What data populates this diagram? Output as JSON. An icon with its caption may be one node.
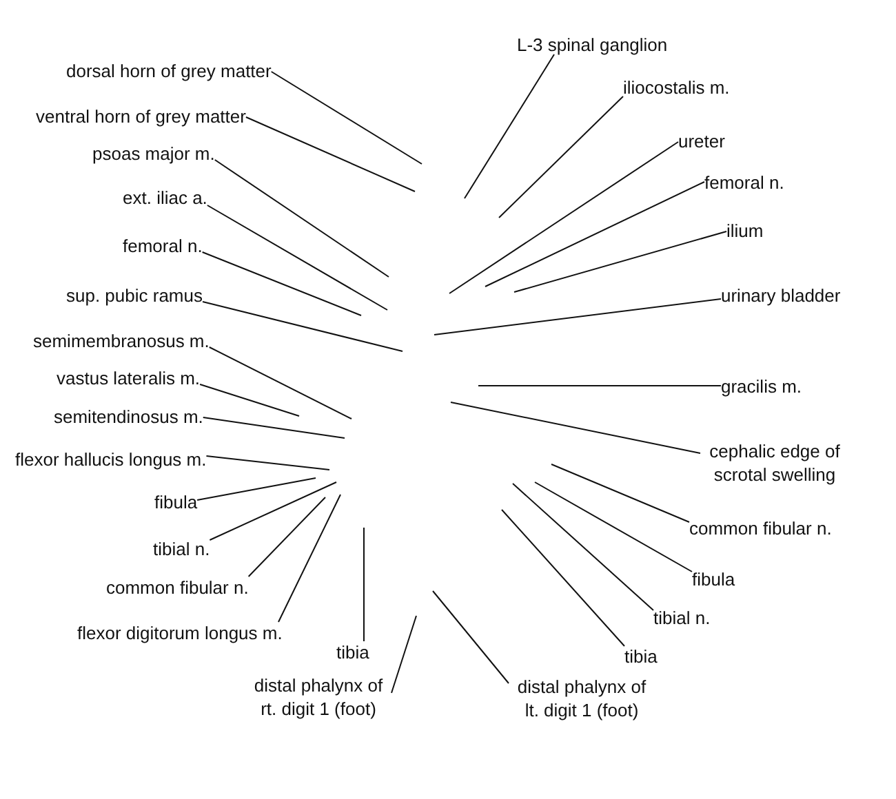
{
  "diagram": {
    "nodes": [
      {
        "text": [
          "dorsal horn of grey matter"
        ]
      },
      {
        "text": [
          "ventral horn of grey matter"
        ]
      },
      {
        "text": [
          "psoas major m."
        ]
      },
      {
        "text": [
          "ext. iliac a."
        ]
      },
      {
        "text": [
          "femoral n."
        ]
      },
      {
        "text": [
          "sup. pubic ramus"
        ]
      },
      {
        "text": [
          "semimembranosus m."
        ]
      },
      {
        "text": [
          "vastus lateralis m."
        ]
      },
      {
        "text": [
          "semitendinosus m."
        ]
      },
      {
        "text": [
          "flexor hallucis longus m."
        ]
      },
      {
        "text": [
          "fibula"
        ]
      },
      {
        "text": [
          "tibial n."
        ]
      },
      {
        "text": [
          "common fibular n."
        ]
      },
      {
        "text": [
          "flexor digitorum longus m."
        ]
      },
      {
        "text": [
          "tibia"
        ]
      },
      {
        "text": [
          "distal phalynx of rt. digit 1 (foot)"
        ]
      },
      {
        "text": [
          "L-3 spinal ganglion"
        ]
      },
      {
        "text": [
          "iliocostalis m."
        ]
      },
      {
        "text": [
          "ureter"
        ]
      },
      {
        "text": [
          "femoral n."
        ]
      },
      {
        "text": [
          "ilium"
        ]
      },
      {
        "text": [
          "urinary bladder"
        ]
      },
      {
        "text": [
          "gracilis m."
        ]
      },
      {
        "text": [
          "cephalic edge of scrotal swelling"
        ]
      },
      {
        "text": [
          "common fibular n."
        ]
      },
      {
        "text": [
          "fibula"
        ]
      },
      {
        "text": [
          "tibial n."
        ]
      },
      {
        "text": [
          "tibia"
        ]
      },
      {
        "text": [
          "distal phalynx of lt. digit 1 (foot)"
        ]
      }
    ],
    "edges": [
      {
        "from": 0,
        "to": null,
        "arrow": "none"
      },
      {
        "from": 1,
        "to": null,
        "arrow": "none"
      },
      {
        "from": 2,
        "to": null,
        "arrow": "none"
      },
      {
        "from": 3,
        "to": null,
        "arrow": "none"
      },
      {
        "from": 4,
        "to": null,
        "arrow": "none"
      },
      {
        "from": 5,
        "to": null,
        "arrow": "none"
      },
      {
        "from": 6,
        "to": null,
        "arrow": "none"
      },
      {
        "from": 7,
        "to": null,
        "arrow": "none"
      },
      {
        "from": 8,
        "to": null,
        "arrow": "none"
      },
      {
        "from": 9,
        "to": null,
        "arrow": "none"
      },
      {
        "from": 10,
        "to": null,
        "arrow": "none"
      },
      {
        "from": 11,
        "to": null,
        "arrow": "none"
      },
      {
        "from": 12,
        "to": null,
        "arrow": "none"
      },
      {
        "from": 13,
        "to": null,
        "arrow": "none"
      },
      {
        "from": 14,
        "to": null,
        "arrow": "none"
      },
      {
        "from": 15,
        "to": null,
        "arrow": "none"
      },
      {
        "from": 16,
        "to": null,
        "arrow": "none"
      },
      {
        "from": 17,
        "to": null,
        "arrow": "none"
      },
      {
        "from": 18,
        "to": null,
        "arrow": "none"
      },
      {
        "from": 19,
        "to": null,
        "arrow": "none"
      },
      {
        "from": 20,
        "to": null,
        "arrow": "none"
      },
      {
        "from": 21,
        "to": null,
        "arrow": "none"
      },
      {
        "from": 22,
        "to": null,
        "arrow": "none"
      },
      {
        "from": 23,
        "to": null,
        "arrow": "none"
      },
      {
        "from": 24,
        "to": null,
        "arrow": "none"
      },
      {
        "from": 25,
        "to": null,
        "arrow": "none"
      },
      {
        "from": 26,
        "to": null,
        "arrow": "none"
      },
      {
        "from": 27,
        "to": null,
        "arrow": "none"
      },
      {
        "from": 28,
        "to": null,
        "arrow": "none"
      }
    ]
  }
}
